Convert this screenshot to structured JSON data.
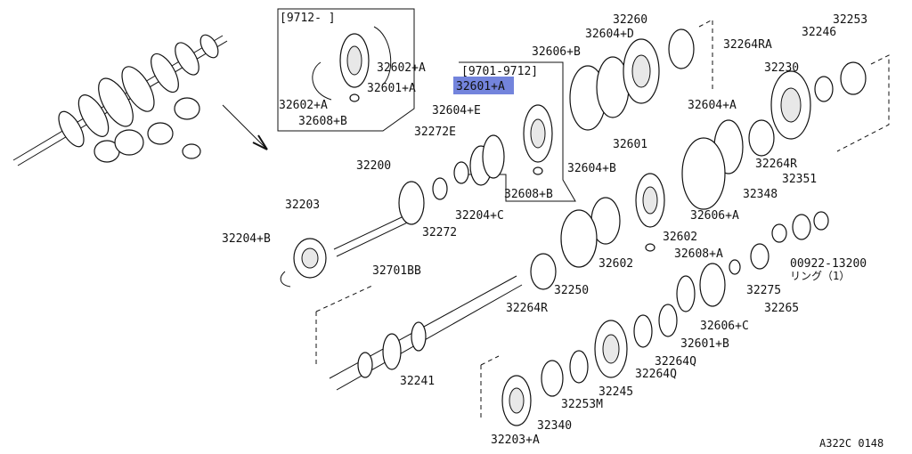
{
  "diagram": {
    "inset_box_1_label": "[9712-      ]",
    "inset_box_2_label": "[9701-9712]",
    "highlighted_part": "32601+A",
    "reference_code": "A322C 0148",
    "labels": {
      "p32602A_top": "32602+A",
      "p32602A_left": "32602+A",
      "p32601A_inset1": "32601+A",
      "p32608B_inset1": "32608+B",
      "p32601A_inset2": "32601+A",
      "p32608B_inset2": "32608+B",
      "p32604E": "32604+E",
      "p32272E": "32272E",
      "p32200": "32200",
      "p32203": "32203",
      "p32204B": "32204+B",
      "p32272": "32272",
      "p32204C": "32204+C",
      "p32701BB": "32701BB",
      "p32241": "32241",
      "p32260": "32260",
      "p32604D": "32604+D",
      "p32606B": "32606+B",
      "p32264RA": "32264RA",
      "p32246": "32246",
      "p32253": "32253",
      "p32230": "32230",
      "p32604A": "32604+A",
      "p32264R_top": "32264R",
      "p32601": "32601",
      "p32604B": "32604+B",
      "p32606A": "32606+A",
      "p32348": "32348",
      "p32351": "32351",
      "p32602_a": "32602",
      "p32602_b": "32602",
      "p32608A": "32608+A",
      "p00922": "00922-13200",
      "p_ring": "リング（1）",
      "p32250": "32250",
      "p32264R_mid": "32264R",
      "p32275": "32275",
      "p32265": "32265",
      "p32606C": "32606+C",
      "p32601B": "32601+B",
      "p32264Q_a": "32264Q",
      "p32264Q_b": "32264Q",
      "p32245": "32245",
      "p32253M": "32253M",
      "p32340": "32340",
      "p32203A": "32203+A"
    }
  }
}
